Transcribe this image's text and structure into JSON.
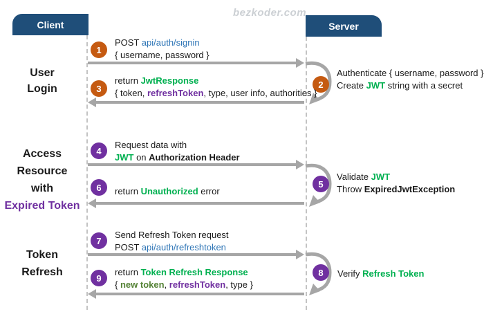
{
  "watermark": "bezkoder.com",
  "actors": {
    "client": "Client",
    "server": "Server"
  },
  "colors": {
    "actor_bg": "#1F4E79",
    "step_orange": "#C55A11",
    "step_purple": "#7030A0",
    "green_text": "#00B050",
    "dark_green_text": "#548235",
    "link_blue_text": "#2E75B6",
    "purple_text": "#7030A0",
    "arrow_gray": "#A6A6A6"
  },
  "sections": [
    {
      "lines": [
        "User",
        "Login"
      ]
    },
    {
      "lines": [
        "Access",
        "Resource",
        "with",
        "Expired Token"
      ]
    },
    {
      "lines": [
        "Token",
        "Refresh"
      ]
    }
  ],
  "messages": {
    "m1": {
      "num": "1",
      "l1": [
        {
          "t": "POST "
        },
        {
          "t": "api/auth/signin"
        }
      ],
      "l2": [
        {
          "t": "{ username, password }"
        }
      ]
    },
    "n2": {
      "num": "2",
      "l1": [
        {
          "t": "Authenticate { username, password }"
        }
      ],
      "l2": [
        {
          "t": "Create "
        },
        {
          "t": "JWT"
        },
        {
          "t": " string with a secret"
        }
      ]
    },
    "m3": {
      "num": "3",
      "l1": [
        {
          "t": "return "
        },
        {
          "t": "JwtResponse"
        }
      ],
      "l2": [
        {
          "t": "{ token, "
        },
        {
          "t": "refreshToken"
        },
        {
          "t": ", type, user info, authorities }"
        }
      ]
    },
    "m4": {
      "num": "4",
      "l1": [
        {
          "t": "Request data with"
        }
      ],
      "l2": [
        {
          "t": "JWT"
        },
        {
          "t": " on "
        },
        {
          "t": "Authorization Header"
        }
      ]
    },
    "n5": {
      "num": "5",
      "l1": [
        {
          "t": "Validate "
        },
        {
          "t": "JWT"
        }
      ],
      "l2": [
        {
          "t": "Throw "
        },
        {
          "t": "ExpiredJwtException"
        }
      ]
    },
    "m6": {
      "num": "6",
      "l1": [
        {
          "t": "return "
        },
        {
          "t": "Unauthorized"
        },
        {
          "t": " error"
        }
      ]
    },
    "m7": {
      "num": "7",
      "l1": [
        {
          "t": "Send Refresh Token request"
        }
      ],
      "l2": [
        {
          "t": "POST "
        },
        {
          "t": "api/auth/refreshtoken"
        }
      ]
    },
    "n8": {
      "num": "8",
      "l1": [
        {
          "t": "Verify "
        },
        {
          "t": "Refresh Token"
        }
      ]
    },
    "m9": {
      "num": "9",
      "l1": [
        {
          "t": "return "
        },
        {
          "t": "Token Refresh Response"
        }
      ],
      "l2": [
        {
          "t": "{ "
        },
        {
          "t": "new token"
        },
        {
          "t": ", "
        },
        {
          "t": "refreshToken"
        },
        {
          "t": ", type }"
        }
      ]
    }
  }
}
